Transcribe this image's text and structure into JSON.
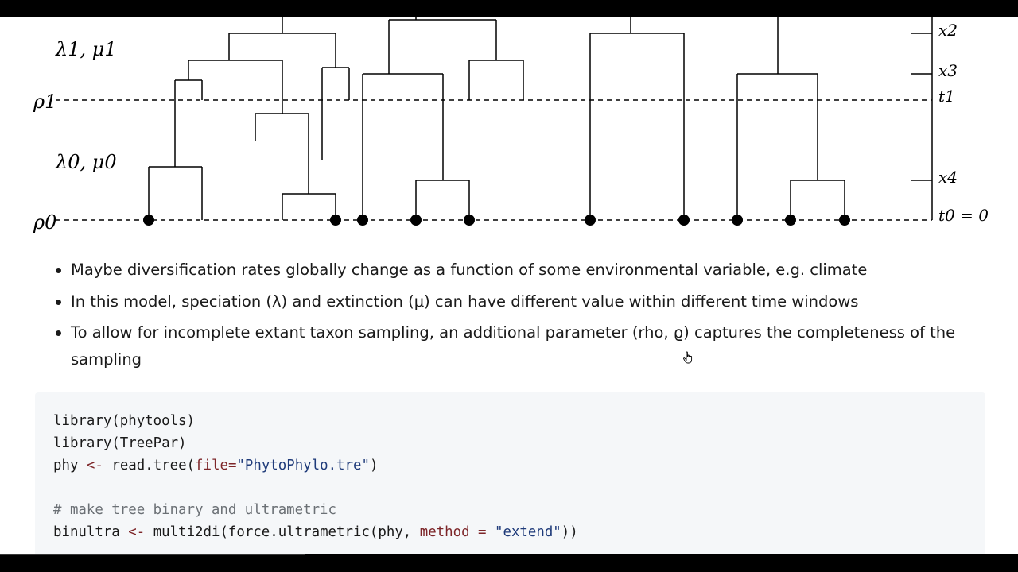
{
  "figure": {
    "labels": {
      "rates_top": "λ1, μ1",
      "rho_top": "ρ1",
      "rates_bottom": "λ0, μ0",
      "rho_bottom": "ρ0",
      "x2": "x2",
      "x3": "x3",
      "t1": "t1",
      "x4": "x4",
      "t0": "t0 = 0"
    }
  },
  "bullets": [
    "Maybe diversification rates globally change as a function of some environmental variable, e.g. climate",
    "In this model, speciation (λ) and extinction (μ) can have different value within different time windows",
    "To allow for incomplete extant taxon sampling, an additional parameter (rho, ϱ) captures the completeness of the sampling"
  ],
  "code": {
    "line1": "library(phytools)",
    "line2": "library(TreePar)",
    "line3_var": "phy",
    "line3_op": "<-",
    "line3_fn": "read.tree(",
    "line3_arg": "file",
    "line3_eq": "=",
    "line3_str": "\"PhytoPhylo.tre\"",
    "line3_end": ")",
    "comment": "# make tree binary and ultrametric",
    "line5_var": "binultra",
    "line5_op": "<-",
    "line5_fn": "multi2di(force.ultrametric(phy, ",
    "line5_arg": "method",
    "line5_eq": "=",
    "line5_str": "\"extend\"",
    "line5_end": "))"
  }
}
